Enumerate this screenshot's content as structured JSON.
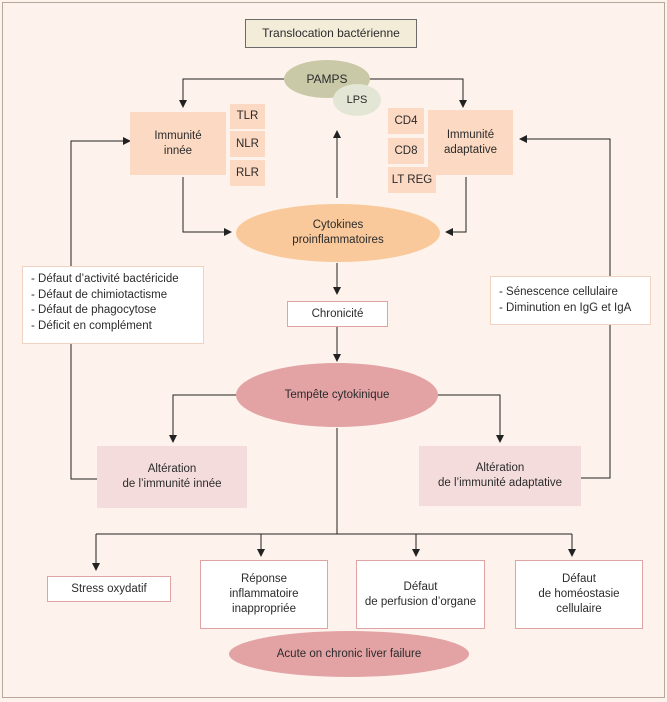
{
  "title": "Translocation bactérienne",
  "pamps": "PAMPS",
  "lps": "LPS",
  "innate": {
    "label": "Immunité\ninnée",
    "receptors": [
      "TLR",
      "NLR",
      "RLR"
    ]
  },
  "adaptive": {
    "label": "Immunité\nadaptative",
    "cells": [
      "CD4",
      "CD8",
      "LT REG"
    ]
  },
  "cytokines": "Cytokines\nproinflammatoires",
  "chronicity": "Chronicité",
  "storm": "Tempête cytokinique",
  "left_defects": [
    "- Défaut d’activité bactéricide",
    "- Défaut de chimiotactisme",
    "- Défaut de phagocytose",
    "- Déficit en complément"
  ],
  "right_defects": [
    "- Sénescence cellulaire",
    "- Diminution en IgG et IgA"
  ],
  "alt_innate": "Altération\nde l’immunité innée",
  "alt_adaptive": "Altération\nde l’immunité adaptative",
  "outcomes": [
    "Stress oxydatif",
    "Réponse\ninflammatoire\ninappropriée",
    "Défaut\nde perfusion d’organe",
    "Défaut\nde homéostasie\ncellulaire"
  ],
  "aclf": "Acute on chronic liver failure",
  "colors": {
    "peach_box": "#fcd9c2",
    "pamps_ellipse": "#c9c9a8",
    "lps_ellipse": "#e3e6d4",
    "cytokines_ellipse": "#f9c99b",
    "storm_ellipse": "#e3a3a5",
    "pink_box": "#f5dcdc",
    "background": "#fdf3ec"
  }
}
